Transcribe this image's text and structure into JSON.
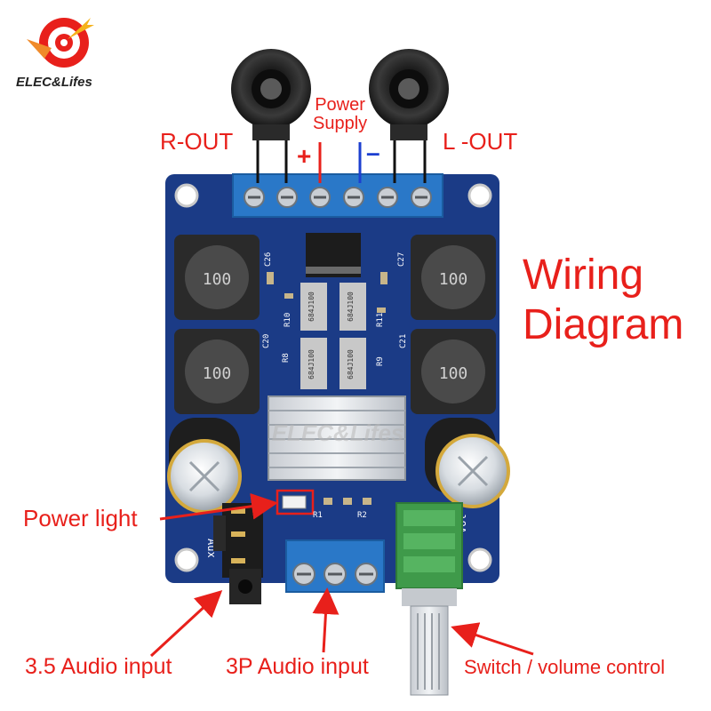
{
  "brand": {
    "name": "ELEC&Lifes",
    "colors": {
      "accent": "#e8201b",
      "board": "#1b3b86",
      "terminal": "#2a78c8",
      "pot": "#3f9a4a"
    }
  },
  "title": {
    "line1": "Wiring",
    "line2": "Diagram"
  },
  "labels": {
    "r_out": "R-OUT",
    "l_out": "L -OUT",
    "power_supply": "Power\nSupply",
    "plus": "+",
    "minus": "–",
    "power_light": "Power light",
    "audio_35": "3.5 Audio input",
    "audio_3p": "3P Audio input",
    "switch_volume": "Switch / volume control"
  },
  "board": {
    "inductor_marking": "100",
    "watermark": "ELEC&Lifes",
    "silkscreen": [
      "C26",
      "C27",
      "R10",
      "R11",
      "C20",
      "C21",
      "R8",
      "R9",
      "R1",
      "R2",
      "Vol",
      "Aux"
    ],
    "chip_marking": "684J100"
  }
}
